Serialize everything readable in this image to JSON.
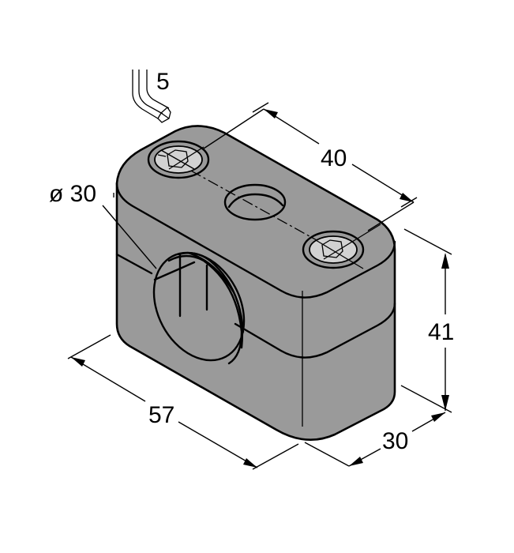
{
  "drawing": {
    "type": "isometric dimension drawing",
    "subject": "pipe clamp block with two hex socket screws",
    "colors": {
      "body": "#9a9a9a",
      "screw_head": "#d2d2d2",
      "line": "#000000",
      "background": "#ffffff"
    }
  },
  "tool": {
    "icon": "hex-key-icon",
    "size_label": "5"
  },
  "dimensions": {
    "bore_diameter": "ø 30",
    "screw_spacing": "40",
    "height": "41",
    "length": "57",
    "depth": "30"
  }
}
